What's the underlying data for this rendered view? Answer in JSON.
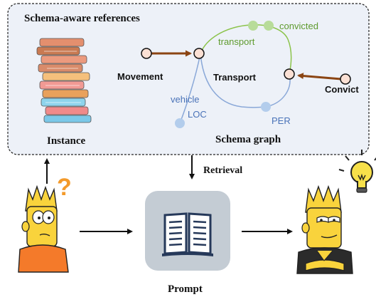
{
  "panel": {
    "title": "Schema-aware references",
    "instance_label": "Instance",
    "schema_graph_label": "Schema graph"
  },
  "graph": {
    "nodes": {
      "movement": "Movement",
      "transport_event": "Transport",
      "convict_event": "Convict",
      "vehicle": "vehicle",
      "loc": "LOC",
      "per": "PER",
      "transport_edge": "transport",
      "convicted_edge": "convicted"
    }
  },
  "flow": {
    "retrieval_label": "Retrieval",
    "prompt_label": "Prompt",
    "question_mark": "?"
  },
  "colors": {
    "panel_bg": "#edf1f8",
    "green_edge": "#8bc34a",
    "blue_edge": "#8aa8d8",
    "brown_arrow": "#8b4513",
    "node_fill": "#fbe0d4",
    "green_node": "#b8dc9a",
    "blue_node": "#b3cdec",
    "question_orange": "#f39a2b",
    "bulb_yellow": "#f7e04a",
    "skin_yellow": "#f9d33c"
  }
}
